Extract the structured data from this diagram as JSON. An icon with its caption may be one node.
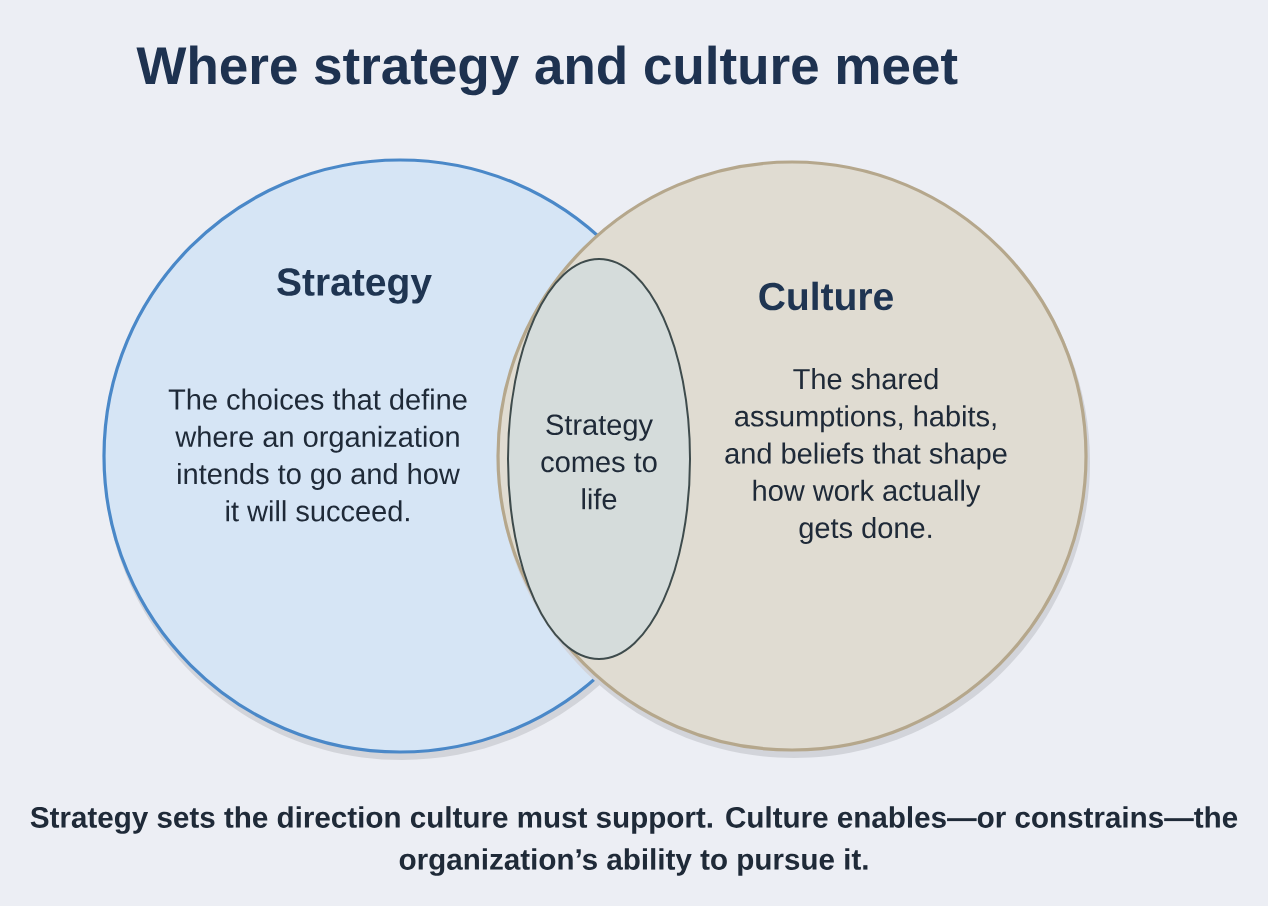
{
  "diagram": {
    "title": "Where strategy and culture meet",
    "nodes": [
      {
        "text": [
          "Strategy",
          "The choices that define where an organization intends to go and how it will succeed."
        ]
      },
      {
        "text": [
          "Culture",
          "The shared assumptions, habits, and beliefs that shape how work actually gets done."
        ]
      },
      {
        "text": [
          "Strategy comes to life"
        ]
      }
    ],
    "caption": "Strategy sets the direction culture must support. Culture enables—or constrains—the organization’s ability to pursue it."
  }
}
